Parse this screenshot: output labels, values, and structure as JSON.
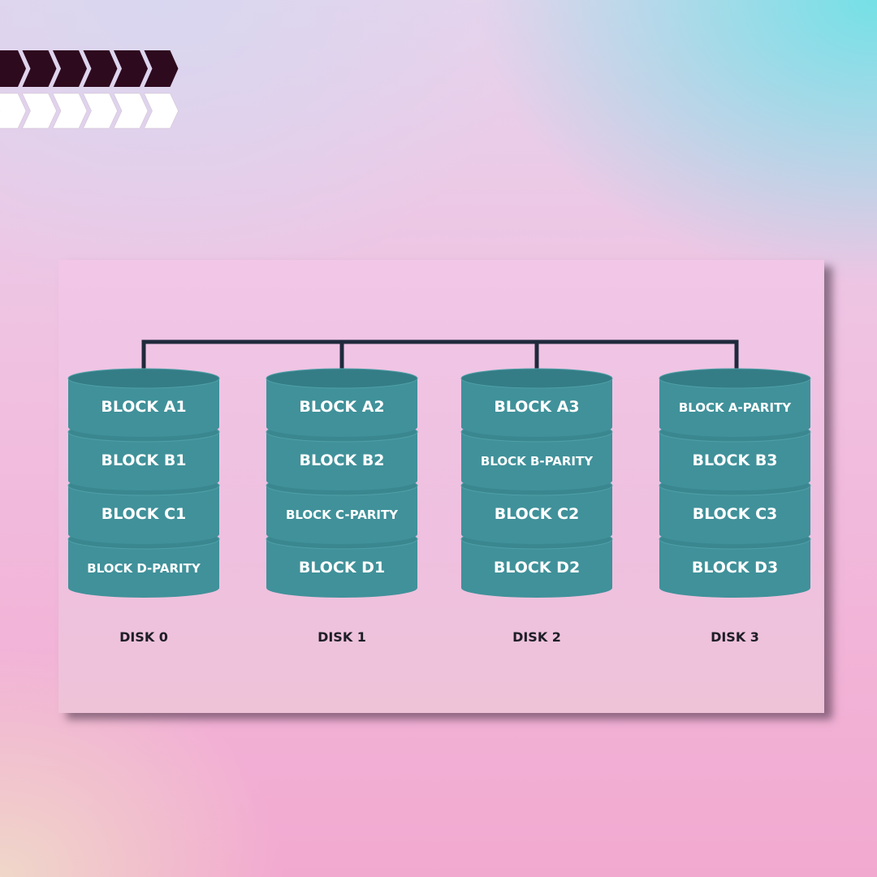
{
  "colors": {
    "disk": "#40919a",
    "disk_top": "#347d86",
    "connector": "#1f2a3c",
    "chevron_dark": "#2e0a1e",
    "chevron_light": "#ffffff"
  },
  "disks": [
    {
      "name": "DISK 0",
      "blocks": [
        "BLOCK A1",
        "BLOCK B1",
        "BLOCK C1",
        "BLOCK D-PARITY"
      ]
    },
    {
      "name": "DISK 1",
      "blocks": [
        "BLOCK A2",
        "BLOCK B2",
        "BLOCK C-PARITY",
        "BLOCK D1"
      ]
    },
    {
      "name": "DISK 2",
      "blocks": [
        "BLOCK A3",
        "BLOCK B-PARITY",
        "BLOCK C2",
        "BLOCK D2"
      ]
    },
    {
      "name": "DISK 3",
      "blocks": [
        "BLOCK A-PARITY",
        "BLOCK B3",
        "BLOCK C3",
        "BLOCK D3"
      ]
    }
  ]
}
